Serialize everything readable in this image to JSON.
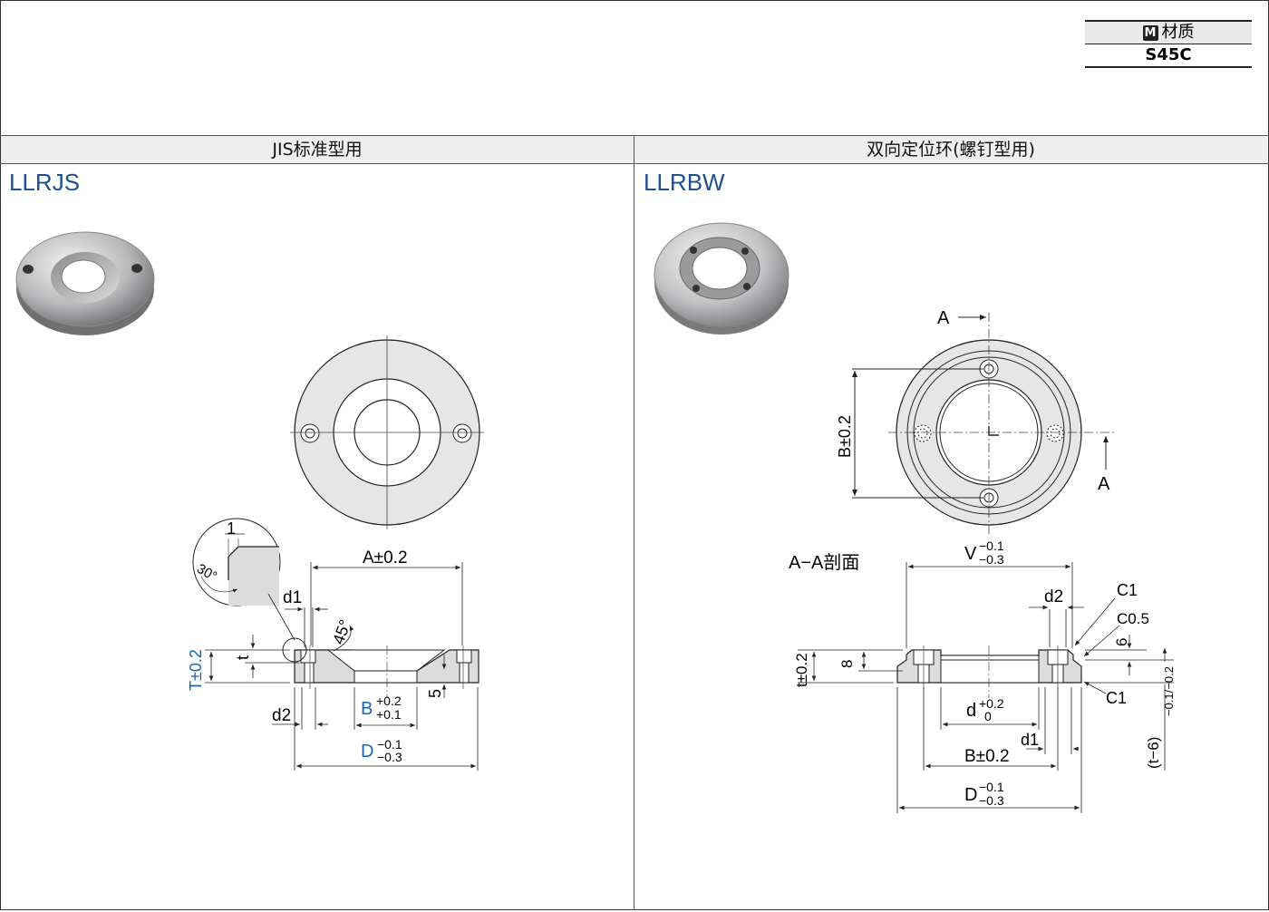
{
  "material": {
    "icon_letter": "M",
    "label": "材质",
    "value": "S45C"
  },
  "columns": [
    {
      "header": "JIS标准型用",
      "model": "LLRJS"
    },
    {
      "header": "双向定位环(螺钉型用)",
      "model": "LLRBW"
    }
  ],
  "left_dims": {
    "A": "A±0.2",
    "B": "B",
    "B_tol_upper": "+0.2",
    "B_tol_lower": "+0.1",
    "D": "D",
    "D_tol_upper": "−0.1",
    "D_tol_lower": "−0.3",
    "T": "T±0.2",
    "t": "t",
    "d1": "d1",
    "d2": "d2",
    "angle45": "45°",
    "five": "5",
    "detail_1": "1",
    "detail_30": "30°"
  },
  "right_dims": {
    "arrowA_top": "A",
    "arrowA_right": "A",
    "B_vert": "B±0.2",
    "section_label": "A−A剖面",
    "V": "V",
    "V_tol_upper": "−0.1",
    "V_tol_lower": "−0.3",
    "d2": "d2",
    "C1_top": "C1",
    "C05": "C0.5",
    "six": "6",
    "eight": "8",
    "t": "t±0.2",
    "d": "d",
    "d_tol_upper": "+0.2",
    "d_tol_lower": "0",
    "C1_bottom": "C1",
    "d1": "d1",
    "B": "B±0.2",
    "D": "D",
    "D_tol_upper": "−0.1",
    "D_tol_lower": "−0.3",
    "t6": "(t−6)",
    "t6_tol": "−0.1/−0.2"
  }
}
